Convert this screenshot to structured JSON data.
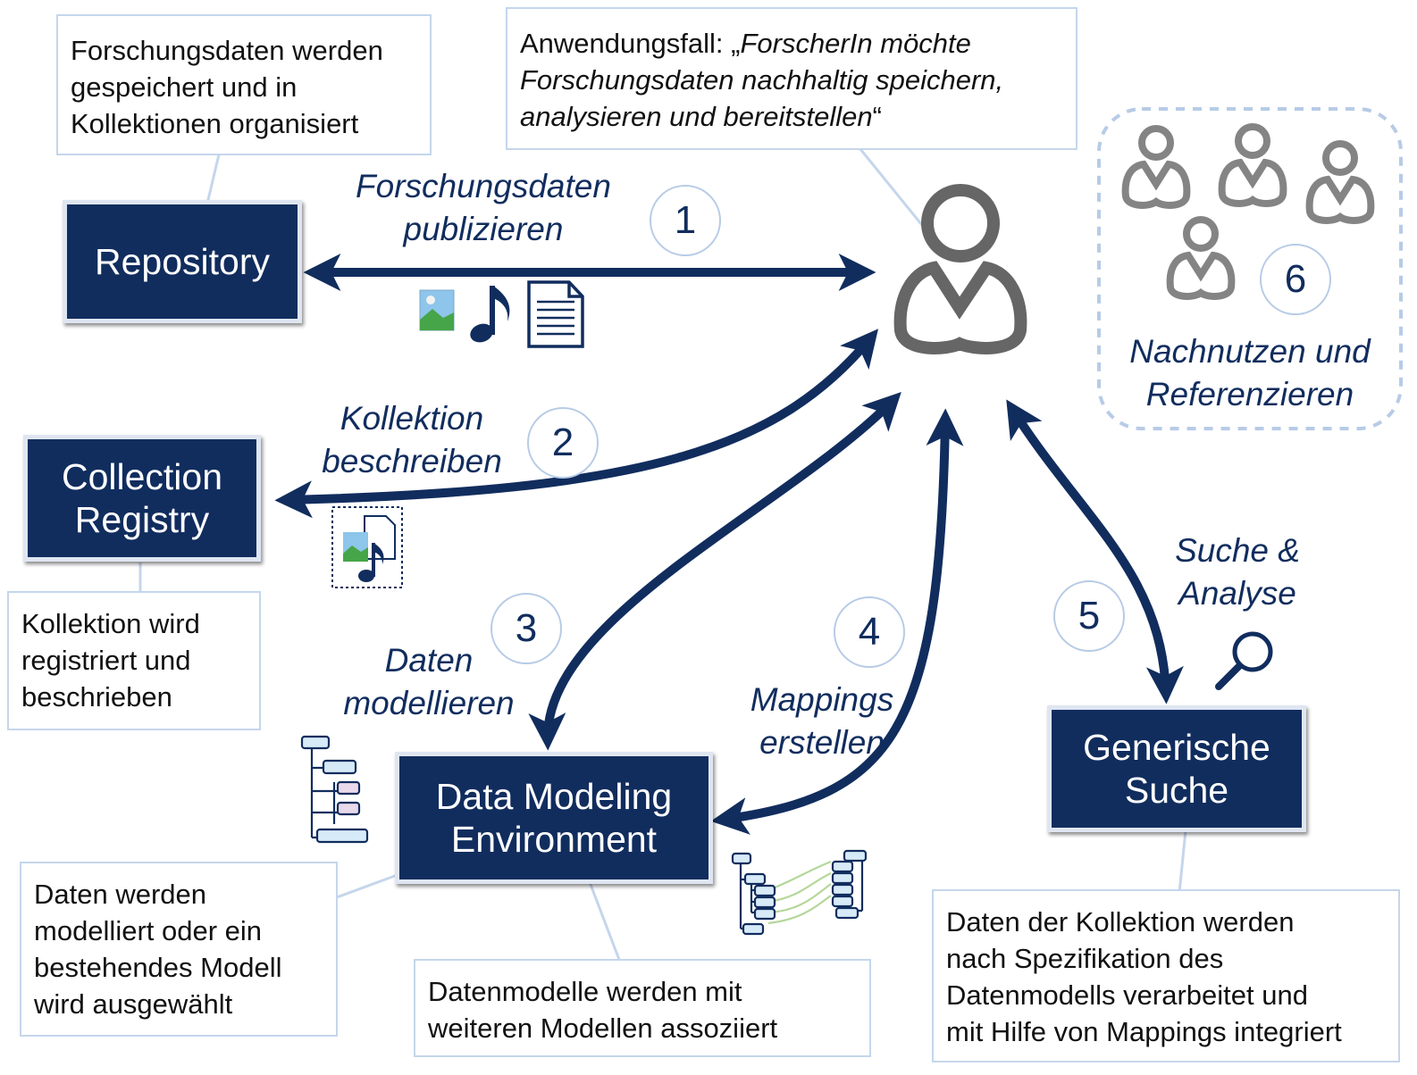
{
  "nodes": {
    "repository": "Repository",
    "collection_registry": "Collection\nRegistry",
    "data_modeling": "Data Modeling\nEnvironment",
    "generic_search": "Generische\nSuche"
  },
  "notes": {
    "repository": "Forschungsdaten werden\ngespeichert und in\nKollektionen organisiert",
    "use_case_prefix": "Anwendungsfall: „",
    "use_case_text": "ForscherIn möchte\nForschungsdaten nachhaltig speichern,\nanalysieren und bereitstellen",
    "use_case_suffix": "“",
    "collection": "Kollektion wird\nregistriert und\nbeschrieben",
    "modeling": "Daten werden\nmodelliert oder ein\nbestehendes Modell\nwird ausgewählt",
    "association": "Datenmodelle werden mit\nweiteren Modellen assoziiert",
    "search": "Daten der Kollektion werden\nnach Spezifikation des\nDatenmodells verarbeitet und\nmit Hilfe von Mappings integriert"
  },
  "steps": [
    {
      "number": "1",
      "label": "Forschungsdaten\npublizieren"
    },
    {
      "number": "2",
      "label": "Kollektion\nbeschreiben"
    },
    {
      "number": "3",
      "label": "Daten\nmodellieren"
    },
    {
      "number": "4",
      "label": "Mappings\nerstellen"
    },
    {
      "number": "5",
      "label": "Suche &\nAnalyse"
    },
    {
      "number": "6",
      "label": "Nachnutzen und\nReferenzieren"
    }
  ],
  "icons": [
    "researcher-icon",
    "user-group-icon",
    "image-icon",
    "music-note-icon",
    "document-icon",
    "collection-files-icon",
    "tree-model-icon",
    "mapping-icon",
    "magnifier-icon"
  ],
  "colors": {
    "navy": "#112d5e",
    "light_border": "#c5d6ec",
    "person_gray": "#6b6b6b"
  }
}
